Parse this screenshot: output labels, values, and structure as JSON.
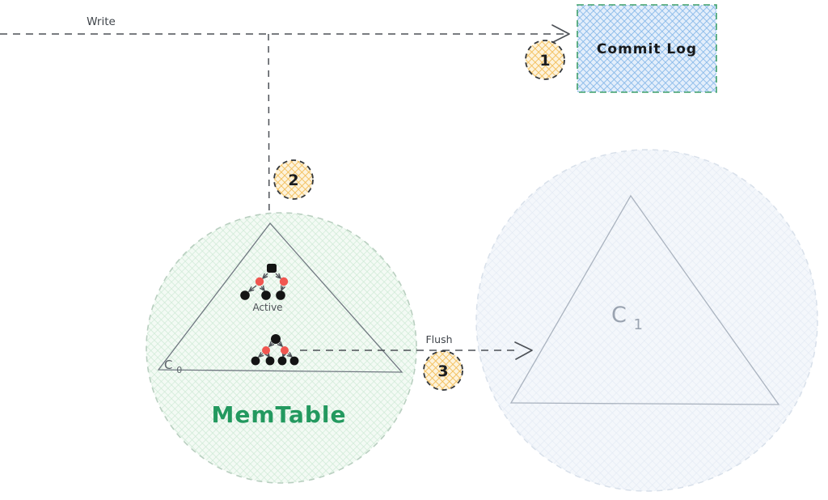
{
  "labels": {
    "write": "Write",
    "flush": "Flush"
  },
  "badges": [
    {
      "number": "1"
    },
    {
      "number": "2"
    },
    {
      "number": "3"
    }
  ],
  "commit_log": {
    "label": "Commit Log"
  },
  "memtable": {
    "title": "MemTable",
    "active_label": "Active",
    "level": {
      "base": "C",
      "sub": "0"
    }
  },
  "sstable": {
    "level": {
      "base": "C",
      "sub": "1"
    }
  },
  "colors": {
    "flow_line": "#4d5157",
    "commit_log_fill": "#88b9e9",
    "commit_log_border": "#3fa06a",
    "badge_fill": "#f2bd57",
    "badge_border": "#33373c",
    "memtable_circle_fill": "#cfead6",
    "memtable_circle_border": "#b9cfc0",
    "memtable_title_text": "#23995f",
    "memtable_triangle_stroke": "#6f7780",
    "tree_black_node": "#141414",
    "tree_red_node": "#f05650",
    "sstable_circle_fill": "#e3eaf4",
    "sstable_triangle_stroke": "#aab3bf",
    "sstable_label_text": "#9aa3b0",
    "annotation_text": "#3f444a"
  }
}
